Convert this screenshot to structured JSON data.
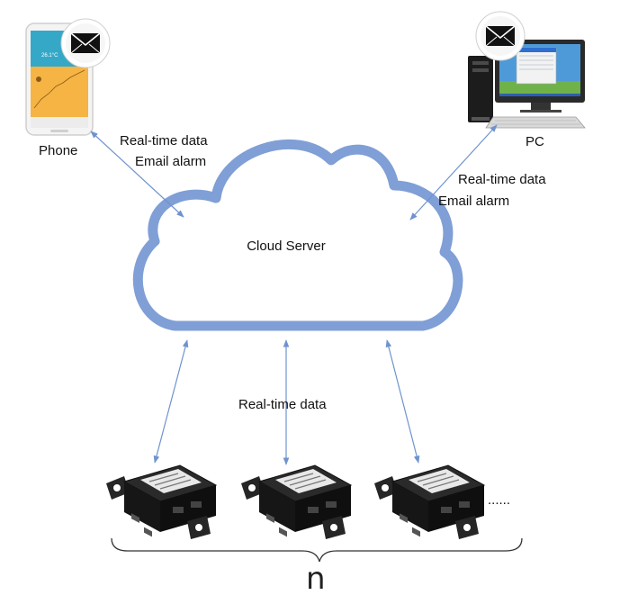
{
  "nodes": {
    "phone": {
      "label": "Phone"
    },
    "pc": {
      "label": "PC"
    },
    "cloud": {
      "label": "Cloud Server"
    }
  },
  "links": {
    "phone_cloud": {
      "line1": "Real-time data",
      "line2": "Email alarm"
    },
    "pc_cloud": {
      "line1": "Real-time data",
      "line2": "Email alarm"
    },
    "devices_cloud": {
      "label": "Real-time data"
    }
  },
  "devices": {
    "more": "......",
    "count_label": "n"
  },
  "phone_screen": {
    "value": "26.1°C"
  },
  "colors": {
    "cloud_stroke": "#7f9fd6",
    "arrow": "#6f93cf",
    "phone_screen": "#f5b444",
    "phone_header": "#35a8c8",
    "device_body": "#1e1e1e",
    "pc_wallpaper": "#4e9ad8"
  }
}
